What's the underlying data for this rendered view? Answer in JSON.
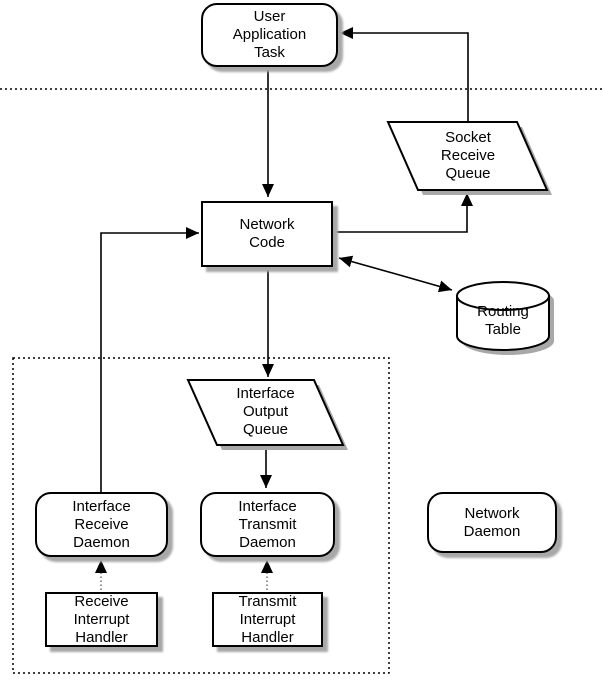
{
  "diagram": {
    "nodes": {
      "user_application_task": {
        "label": "User\nApplication\nTask",
        "shape": "rounded-rect"
      },
      "socket_receive_queue": {
        "label": "Socket\nReceive\nQueue",
        "shape": "parallelogram"
      },
      "network_code": {
        "label": "Network\nCode",
        "shape": "rect"
      },
      "routing_table": {
        "label": "Routing\nTable",
        "shape": "cylinder"
      },
      "interface_output_queue": {
        "label": "Interface\nOutput\nQueue",
        "shape": "parallelogram"
      },
      "interface_receive_daemon": {
        "label": "Interface\nReceive\nDaemon",
        "shape": "rounded-rect"
      },
      "interface_transmit_daemon": {
        "label": "Interface\nTransmit\nDaemon",
        "shape": "rounded-rect"
      },
      "network_daemon": {
        "label": "Network\nDaemon",
        "shape": "rounded-rect"
      },
      "receive_interrupt_handler": {
        "label": "Receive\nInterrupt\nHandler",
        "shape": "rect"
      },
      "transmit_interrupt_handler": {
        "label": "Transmit\nInterrupt\nHandler",
        "shape": "rect"
      }
    },
    "colors": {
      "stroke": "#000000",
      "fill": "#ffffff",
      "shadow": "#a8a8a8",
      "background": "#ffffff"
    }
  }
}
